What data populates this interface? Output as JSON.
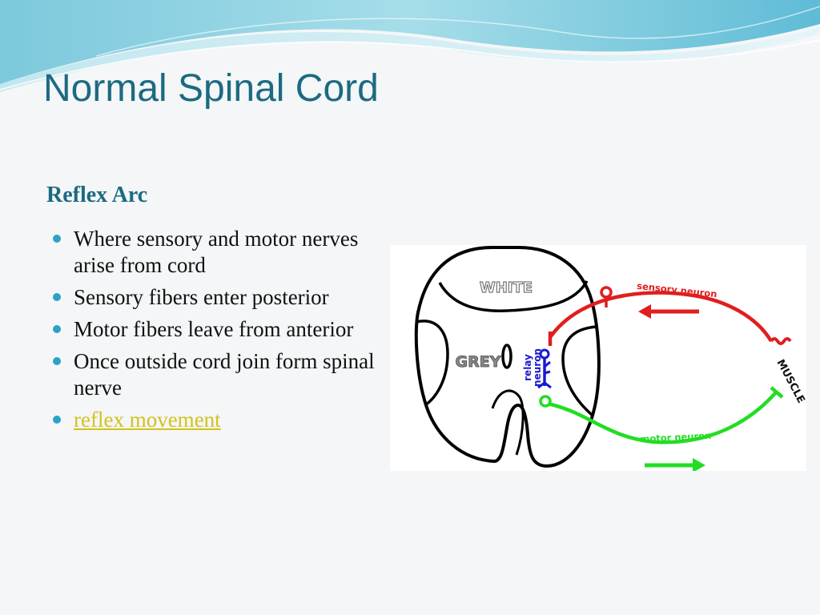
{
  "slide": {
    "title": "Normal Spinal Cord",
    "subtitle": "Reflex Arc",
    "bullets": [
      "Where sensory and motor nerves arise from cord",
      "Sensory fibers enter posterior",
      "Motor fibers leave from anterior",
      "Once outside cord join form spinal nerve"
    ],
    "link_text": "reflex movement"
  },
  "diagram": {
    "white_label": "WHITE",
    "grey_label": "GREY",
    "relay_label_1": "relay",
    "relay_label_2": "neuron",
    "sensory_label": "sensory neuron",
    "motor_label": "motor neuron",
    "muscle_label": "MUSCLE"
  },
  "colors": {
    "title": "#1c6a82",
    "bullet": "#2aa3c6",
    "link": "#d4c21c",
    "sensory": "#e01e1e",
    "motor": "#22dd22",
    "relay": "#1a1ad0"
  }
}
